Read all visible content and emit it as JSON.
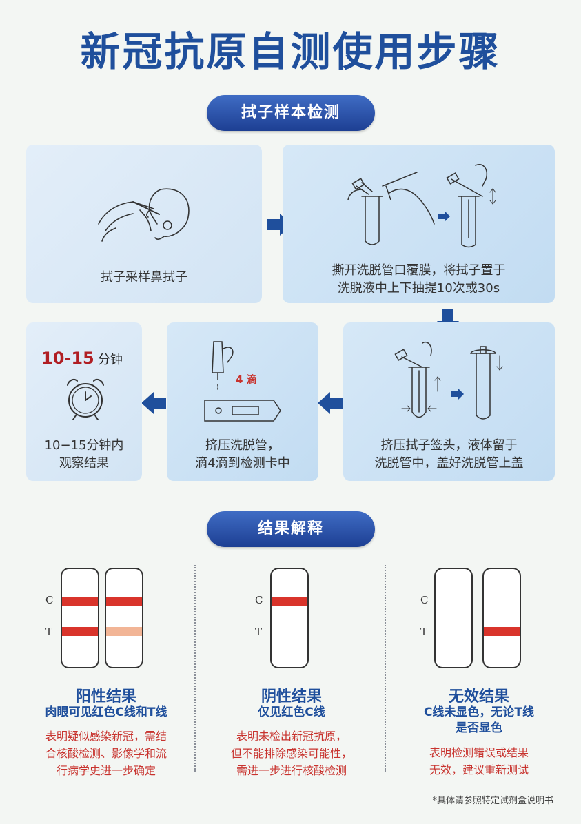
{
  "title": "新冠抗原自测使用步骤",
  "section1_label": "拭子样本检测",
  "section2_label": "结果解释",
  "steps": [
    {
      "line1": "拭子采样鼻拭子",
      "line2": ""
    },
    {
      "line1": "撕开洗脱管口覆膜，将拭子置于",
      "line2": "洗脱液中上下抽提10次或30s"
    },
    {
      "line1": "挤压拭子签头，液体留于",
      "line2": "洗脱管中，盖好洗脱管上盖"
    },
    {
      "line1": "挤压洗脱管，",
      "line2": "滴4滴到检测卡中",
      "drops": "4 滴"
    },
    {
      "line1": "10−15分钟内",
      "line2": "观察结果",
      "time_num": "10-15",
      "time_unit": "分钟"
    }
  ],
  "labels": {
    "c": "C",
    "t": "T"
  },
  "results": [
    {
      "title": "阳性结果",
      "sub1": "肉眼可见红色C线和T线",
      "sub2": "",
      "desc1": "表明疑似感染新冠，需结",
      "desc2": "合核酸检测、影像学和流",
      "desc3": "行病学史进一步确定"
    },
    {
      "title": "阴性结果",
      "sub1": "仅见红色C线",
      "sub2": "",
      "desc1": "表明未检出新冠抗原，",
      "desc2": "但不能排除感染可能性，",
      "desc3": "需进一步进行核酸检测"
    },
    {
      "title": "无效结果",
      "sub1": "C线未显色，无论T线",
      "sub2": "是否显色",
      "desc1": "表明检测错误或结果",
      "desc2": "无效，建议重新测试",
      "desc3": ""
    }
  ],
  "footnote": "*具体请参照特定试剂盒说明书",
  "colors": {
    "brand_blue": "#1f4f9c",
    "red_line": "#d9342b",
    "faint_line": "#f2b596",
    "desc_red": "#c8332e"
  }
}
